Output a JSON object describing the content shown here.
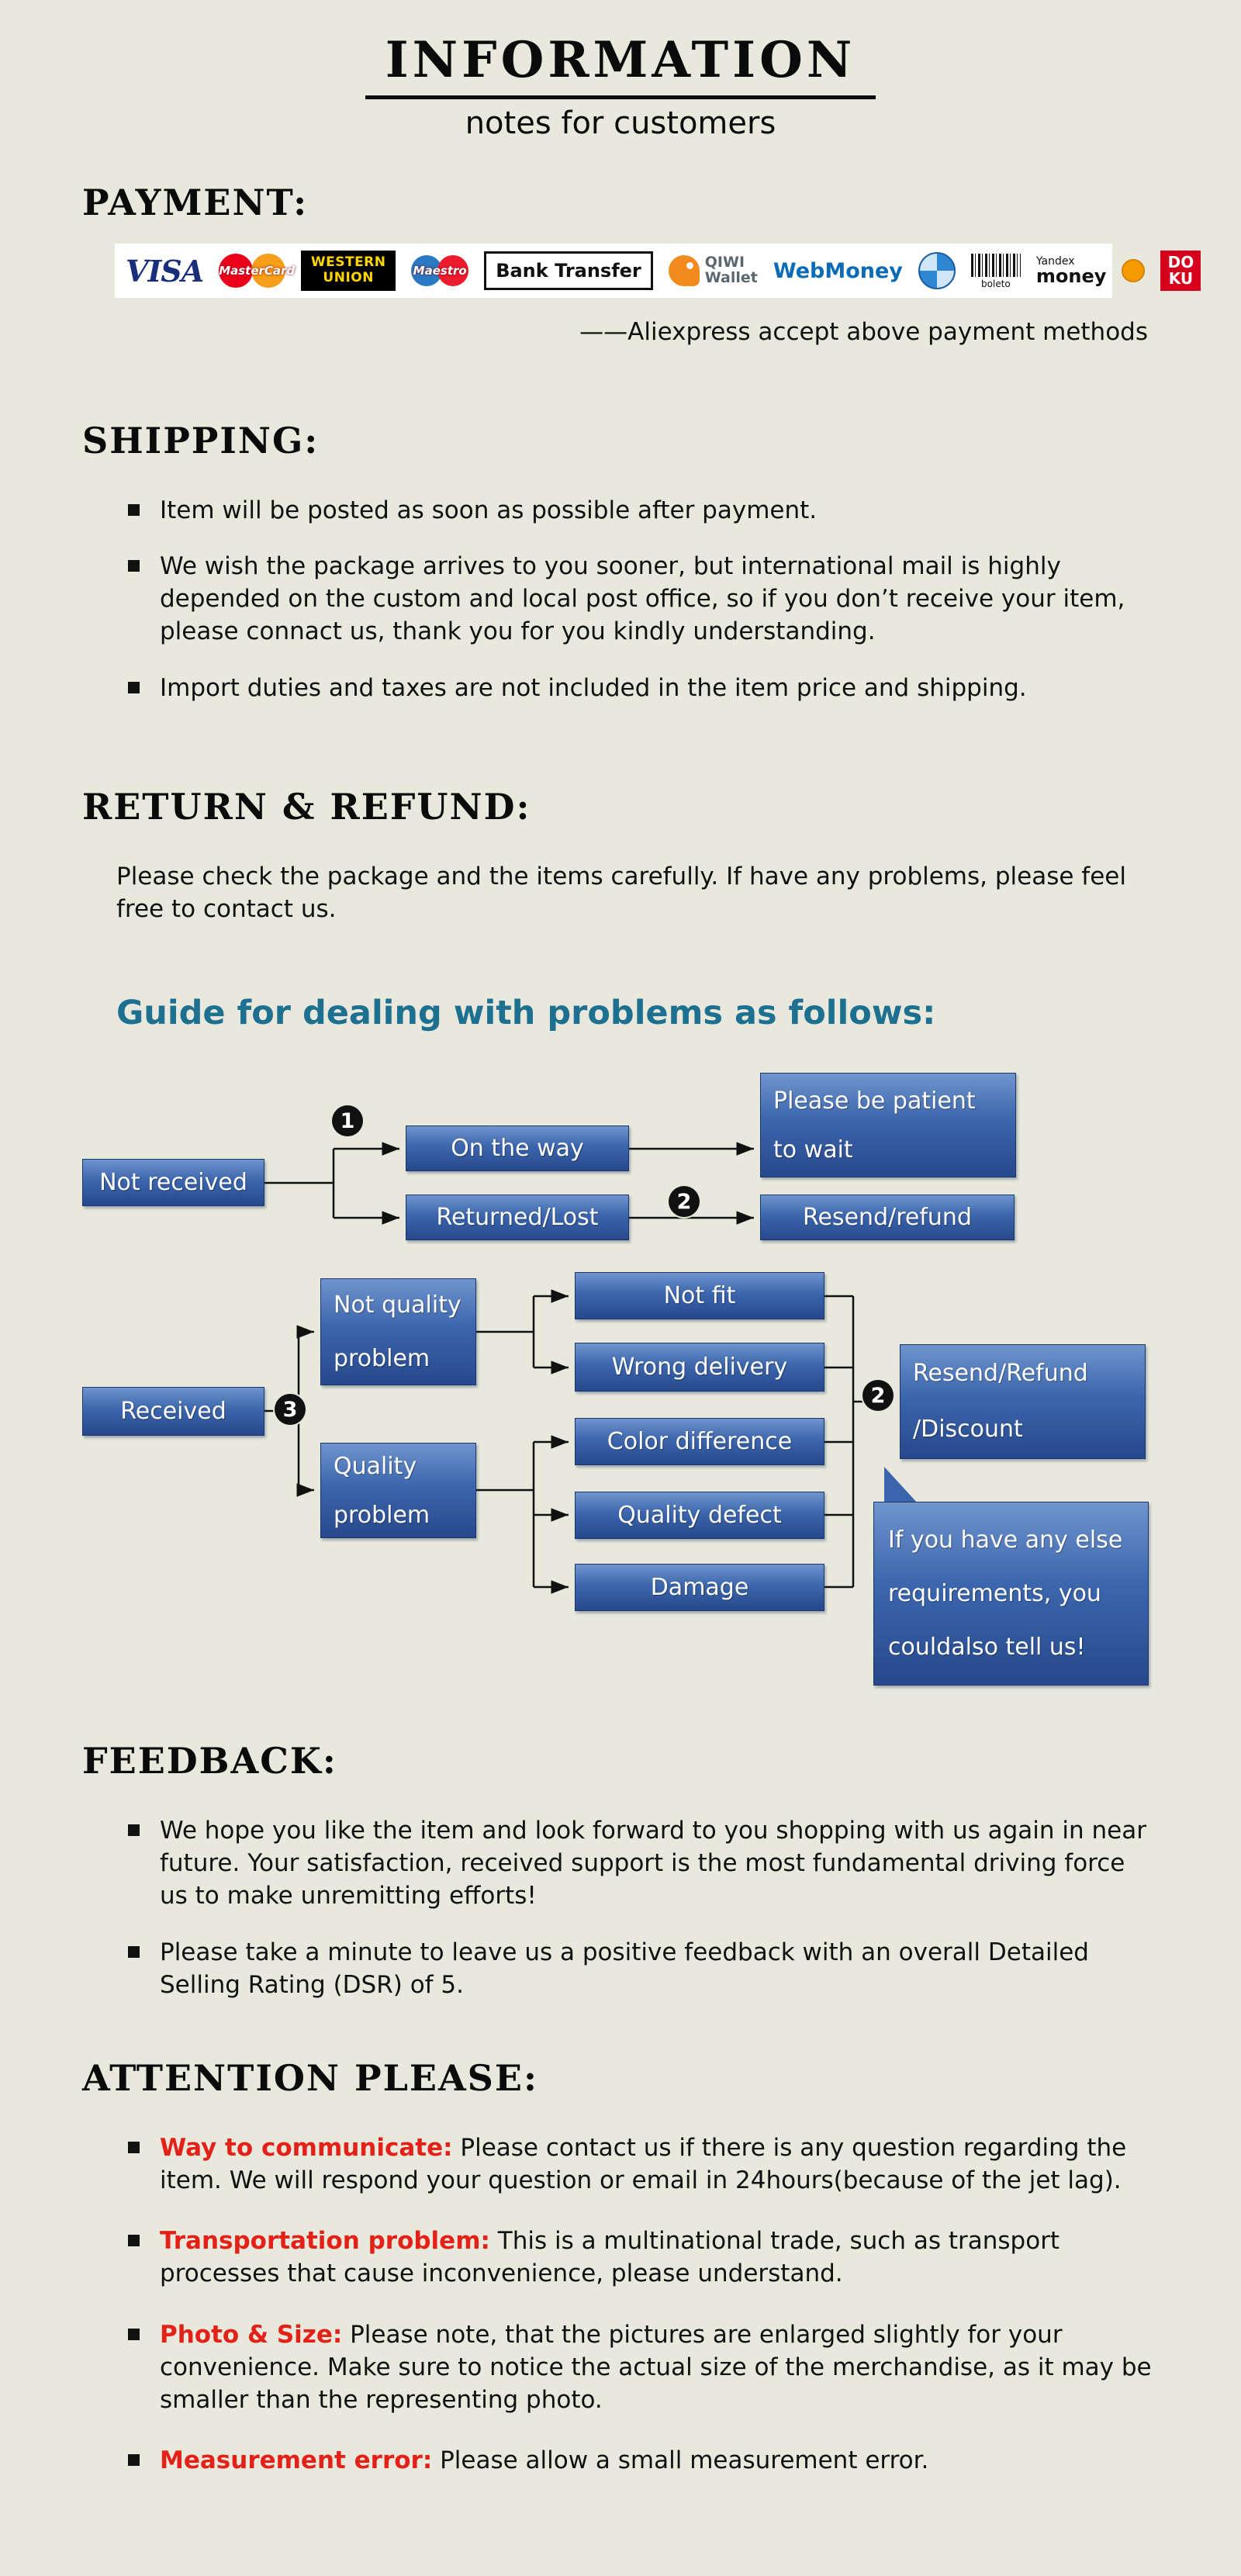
{
  "page": {
    "title": "INFORMATION",
    "subtitle": "notes for customers"
  },
  "colors": {
    "background": "#e8e9dc",
    "flow_box_blue": "#3a64ab",
    "alert_red": "#e32119",
    "guide_heading_blue": "#1d7090"
  },
  "payment": {
    "heading": "PAYMENT:",
    "note": "——Aliexpress accept above payment methods",
    "methods": [
      {
        "id": "visa",
        "label": "VISA"
      },
      {
        "id": "mastercard",
        "label": "MasterCard"
      },
      {
        "id": "western-union",
        "line1": "WESTERN",
        "line2": "UNION"
      },
      {
        "id": "maestro",
        "label": "Maestro"
      },
      {
        "id": "bank-transfer",
        "label": "Bank Transfer"
      },
      {
        "id": "qiwi",
        "line1": "QIWI",
        "line2": "Wallet"
      },
      {
        "id": "webmoney",
        "label": "WebMoney"
      },
      {
        "id": "boleto",
        "label": "boleto"
      },
      {
        "id": "yandex",
        "line1": "Yandex",
        "line2": "money"
      },
      {
        "id": "doku",
        "line1": "DO",
        "line2": "KU"
      }
    ]
  },
  "shipping": {
    "heading": "SHIPPING:",
    "items": [
      "Item will be posted as soon as possible after payment.",
      "We wish the package arrives to you sooner, but international mail is highly depended on the custom and local post office, so if you don’t receive your item, please connact us, thank you for you kindly understanding.",
      "Import duties and taxes are not included in the item price and shipping."
    ]
  },
  "return_refund": {
    "heading": "RETURN & REFUND:",
    "paragraph": "Please check the package and the items carefully. If have any problems, please feel free to contact us.",
    "guide_title": "Guide for dealing with problems as follows:"
  },
  "flowchart": {
    "not_received": "Not received",
    "on_the_way": "On the way",
    "returned_lost": "Returned/Lost",
    "be_patient": "Please be patient\nto wait",
    "resend_refund": "Resend/refund",
    "received": "Received",
    "not_quality_problem": "Not quality\nproblem",
    "quality_problem": "Quality\nproblem",
    "not_fit": "Not fit",
    "wrong_delivery": "Wrong delivery",
    "color_difference": "Color difference",
    "quality_defect": "Quality defect",
    "damage": "Damage",
    "resend_refund_discount": "Resend/Refund\n/Discount",
    "bubble": "If you have any else\nrequirements, you\ncouldalso tell us!",
    "step1": "1",
    "step2": "2",
    "step3": "3"
  },
  "feedback": {
    "heading": "FEEDBACK:",
    "items": [
      "We hope you like the item and look forward to you shopping with us again in near future. Your satisfaction, received support is the most fundamental driving force us to make unremitting efforts!",
      "Please take a minute to leave us a positive feedback with an overall Detailed Selling Rating (DSR) of 5."
    ]
  },
  "attention": {
    "heading": "ATTENTION PLEASE:",
    "items": [
      {
        "lead": "Way to communicate:",
        "text": "Please contact us if there is any question regarding the item. We will respond your question or email in 24hours(because of the jet lag)."
      },
      {
        "lead": "Transportation problem:",
        "text": "This is a multinational trade, such as transport processes that cause inconvenience, please understand."
      },
      {
        "lead": "Photo & Size:",
        "text": "Please note, that the pictures are enlarged slightly for your convenience. Make sure to notice the actual size of the merchandise, as it may be smaller than the representing photo."
      },
      {
        "lead": "Measurement error:",
        "text": "Please allow a small measurement error."
      }
    ]
  }
}
